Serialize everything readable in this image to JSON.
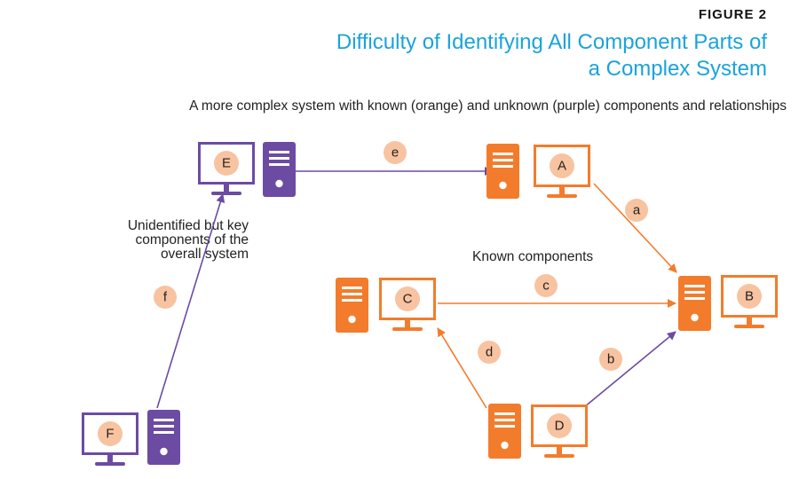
{
  "figure": {
    "label": "FIGURE 2",
    "title_lines": [
      "Difficulty of Identifying All Component Parts of",
      "a Complex System"
    ],
    "subtitle": "A more complex system with known (orange) and unknown (purple) components and relationships"
  },
  "notes": {
    "unknown_lines": [
      "Unidentified but key",
      "components of the",
      "overall system"
    ],
    "known": "Known components"
  },
  "colors": {
    "known": "#f37c2c",
    "unknown": "#6c4ba3",
    "title": "#1aa3dc",
    "badge_fill": "#f8c3a0"
  },
  "nodes": [
    {
      "id": "A",
      "label": "A",
      "status": "known"
    },
    {
      "id": "B",
      "label": "B",
      "status": "known"
    },
    {
      "id": "C",
      "label": "C",
      "status": "known"
    },
    {
      "id": "D",
      "label": "D",
      "status": "known"
    },
    {
      "id": "E",
      "label": "E",
      "status": "unknown"
    },
    {
      "id": "F",
      "label": "F",
      "status": "unknown"
    }
  ],
  "edges": [
    {
      "label": "e",
      "from": "E",
      "to": "A",
      "status": "unknown"
    },
    {
      "label": "a",
      "from": "A",
      "to": "B",
      "status": "known"
    },
    {
      "label": "c",
      "from": "C",
      "to": "B",
      "status": "known"
    },
    {
      "label": "b",
      "from": "D",
      "to": "B",
      "status": "unknown"
    },
    {
      "label": "d",
      "from": "D",
      "to": "C",
      "status": "known"
    },
    {
      "label": "f",
      "from": "F",
      "to": "E",
      "status": "unknown"
    }
  ]
}
